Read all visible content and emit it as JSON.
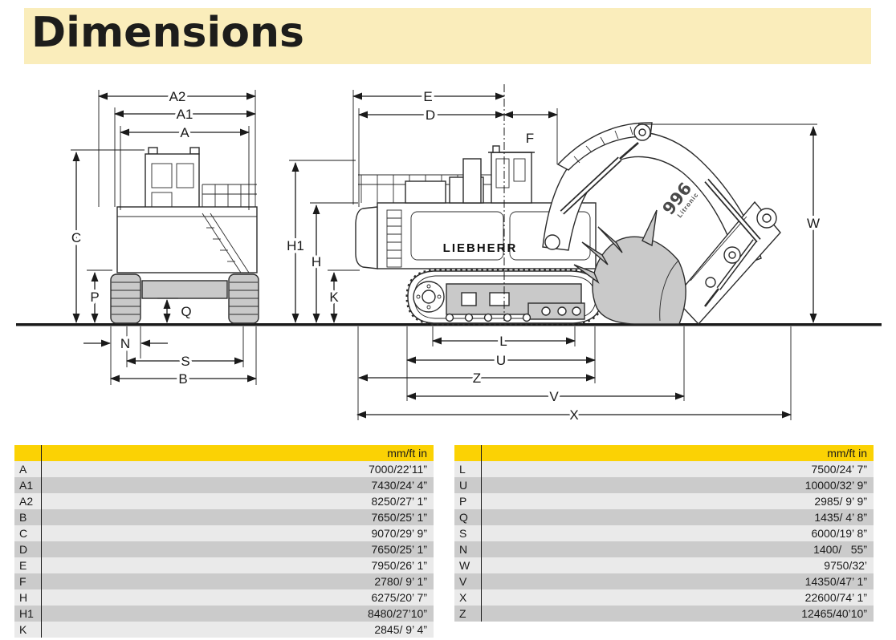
{
  "page": {
    "title": "Dimensions"
  },
  "colors": {
    "banner_bg": "#FAEDBB",
    "table_header_bg": "#FBD204",
    "row_light": "#EAEAEA",
    "row_dark": "#CBCBCB",
    "ink": "#1A1A1A",
    "machine_fill": "#C9C9C9"
  },
  "tables": {
    "left": {
      "header": "mm/ft in",
      "rows": [
        {
          "label": "A",
          "value": "7000/22’11”"
        },
        {
          "label": "A1",
          "value": "7430/24’ 4”"
        },
        {
          "label": "A2",
          "value": "8250/27’ 1”"
        },
        {
          "label": "B",
          "value": "7650/25’ 1”"
        },
        {
          "label": "C",
          "value": "9070/29’ 9”"
        },
        {
          "label": "D",
          "value": "7650/25’ 1”"
        },
        {
          "label": "E",
          "value": "7950/26’ 1”"
        },
        {
          "label": "F",
          "value": "2780/ 9’ 1”"
        },
        {
          "label": "H",
          "value": "6275/20’ 7”"
        },
        {
          "label": "H1",
          "value": "8480/27’10”"
        },
        {
          "label": "K",
          "value": "2845/ 9’ 4”"
        }
      ]
    },
    "right": {
      "header": "mm/ft in",
      "rows": [
        {
          "label": "L",
          "value": "7500/24’ 7”"
        },
        {
          "label": "U",
          "value": "10000/32’ 9”"
        },
        {
          "label": "P",
          "value": "2985/ 9’ 9”"
        },
        {
          "label": "Q",
          "value": "1435/ 4’ 8”"
        },
        {
          "label": "S",
          "value": "6000/19’ 8”"
        },
        {
          "label": "N",
          "value": "1400/   55”"
        },
        {
          "label": "W",
          "value": "9750/32’"
        },
        {
          "label": "V",
          "value": "14350/47’ 1”"
        },
        {
          "label": "X",
          "value": "22600/74’ 1”"
        },
        {
          "label": "Z",
          "value": "12465/40’10”"
        }
      ]
    }
  },
  "diagram": {
    "labels": {
      "A2": "A2",
      "A1": "A1",
      "A": "A",
      "C": "C",
      "P": "P",
      "Q": "Q",
      "N": "N",
      "S": "S",
      "B": "B",
      "E": "E",
      "D": "D",
      "F": "F",
      "H1": "H1",
      "H": "H",
      "K": "K",
      "W": "W",
      "L": "L",
      "U": "U",
      "Z": "Z",
      "V": "V",
      "X": "X"
    },
    "branding": {
      "side_logo": "LIEBHERR",
      "model": "996",
      "series": "Litronic"
    }
  }
}
